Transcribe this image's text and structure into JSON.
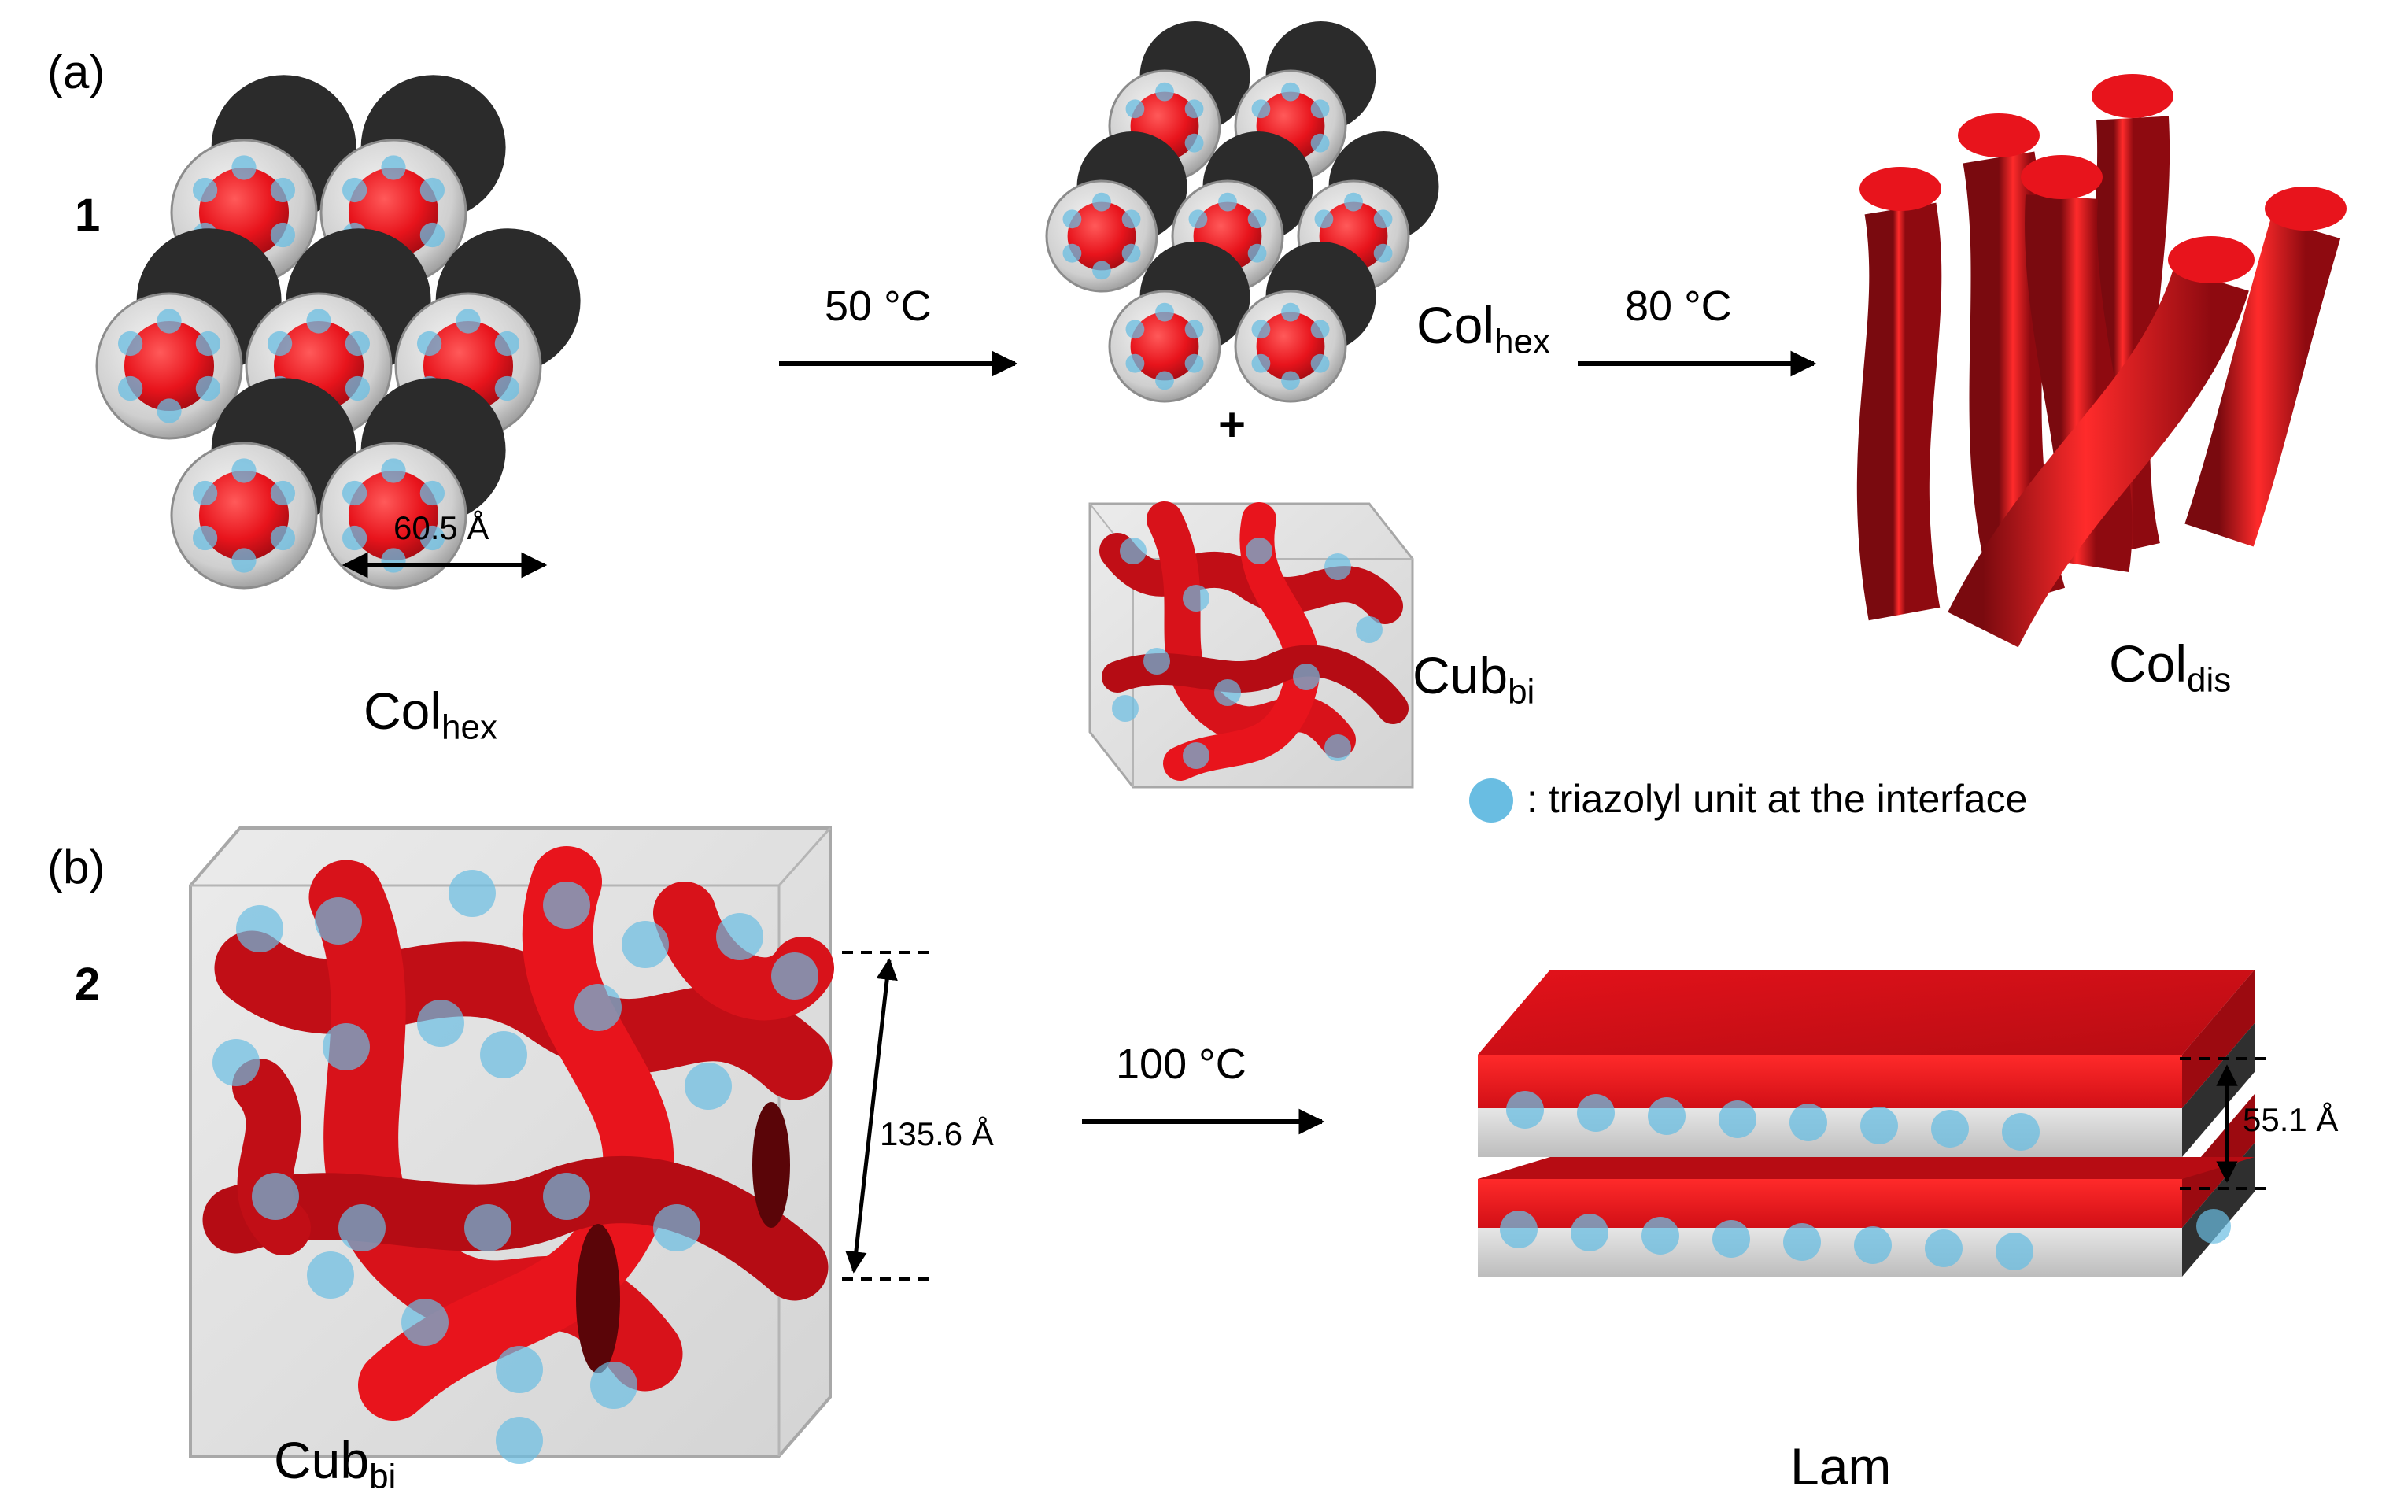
{
  "panels": {
    "a": "(a)",
    "b": "(b)"
  },
  "compounds": {
    "c1": "1",
    "c2": "2"
  },
  "phases": {
    "colhex_left": {
      "main": "Col",
      "sub": "hex"
    },
    "colhex_mid": {
      "main": "Col",
      "sub": "hex"
    },
    "cubbi_mid": {
      "main": "Cub",
      "sub": "bi"
    },
    "coldis": {
      "main": "Col",
      "sub": "dis"
    },
    "cubbi_b": {
      "main": "Cub",
      "sub": "bi"
    },
    "lam": "Lam"
  },
  "plus": "+",
  "transitions": {
    "t50": "50 °C",
    "t80": "80 °C",
    "t100": "100 °C"
  },
  "dimensions": {
    "col_spacing": "60.5 Å",
    "cub_lattice": "135.6 Å",
    "lam_spacing": "55.1 Å"
  },
  "legend": {
    "text": ": triazolyl unit at the interface"
  },
  "colors": {
    "red": "#e8141c",
    "dark_red": "#8e0a10",
    "gray": "#c9c9c9",
    "dark_gray": "#3a3a3a",
    "dot": "#69bde2"
  }
}
